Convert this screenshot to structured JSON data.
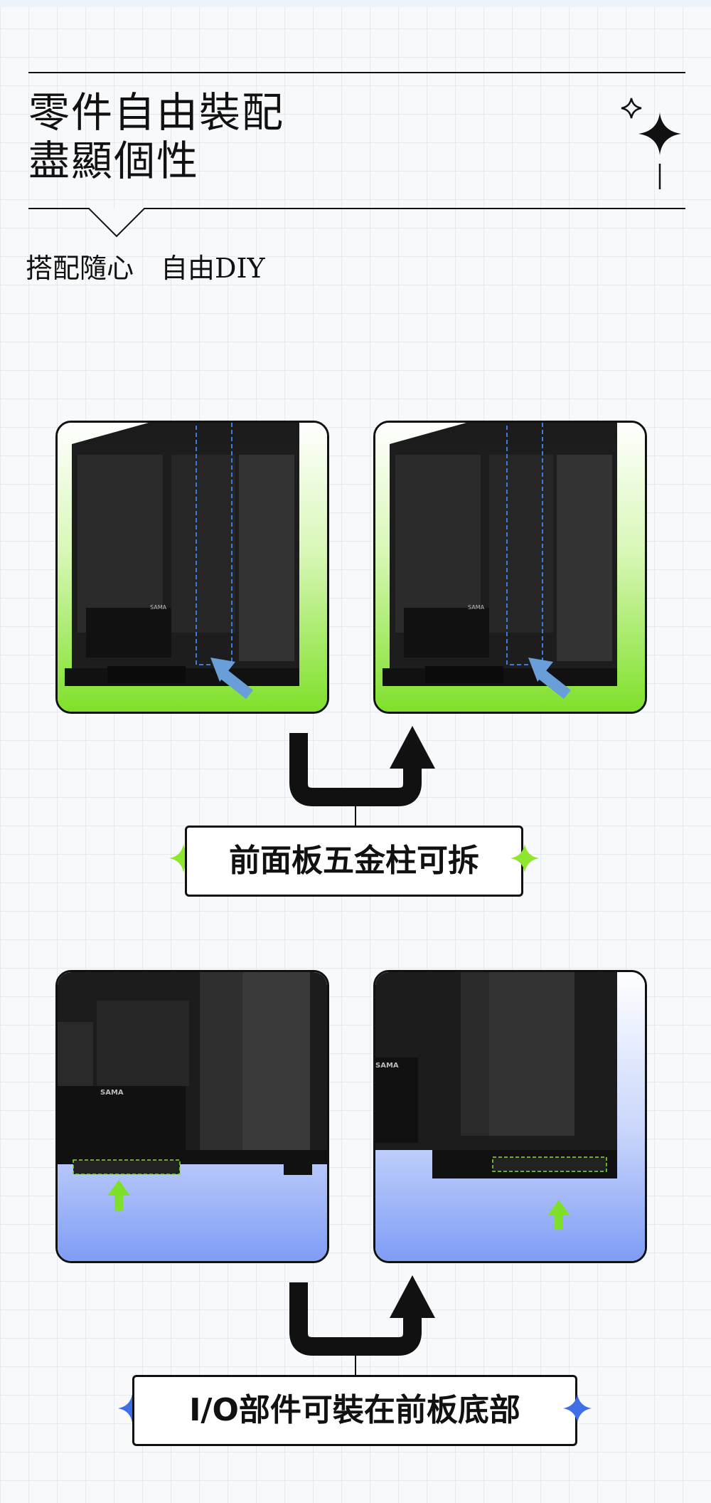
{
  "header": {
    "title_line1": "零件自由裝配",
    "title_line2": "盡顯個性",
    "subtitle": "搭配隨心　自由DIY"
  },
  "section1": {
    "label": "前面板五金柱可拆",
    "badge_left": "SAMA",
    "badge_right": "SAMA",
    "theme_color": "#8ee62e",
    "star_color": "#8ee62e"
  },
  "section2": {
    "label": "I/O部件可裝在前板底部",
    "badge_left": "SAMA",
    "badge_right": "SAMA",
    "theme_color": "#7f9df5",
    "star_color": "#3f6ee6"
  },
  "icons": {
    "sparkle": "sparkle-icon",
    "arrow": "arrow-icon",
    "flow_arrow": "u-turn-arrow-icon"
  }
}
